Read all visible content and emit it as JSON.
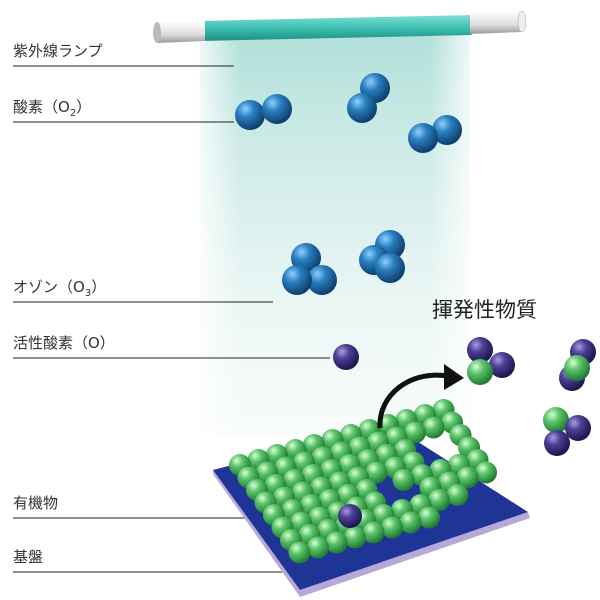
{
  "labels": {
    "uv_lamp": "紫外線ランプ",
    "oxygen": "酸素（O",
    "oxygen_sub": "2",
    "oxygen_end": "）",
    "ozone": "オゾン（O",
    "ozone_sub": "3",
    "ozone_end": "）",
    "active_oxygen": "活性酸素（O）",
    "organic": "有機物",
    "substrate": "基盤",
    "volatile": "揮発性物質"
  },
  "colors": {
    "lamp": "#3cbfb0",
    "beam": "#bfe5e0",
    "oxygen": "#2a7fc0",
    "active_oxygen": "#4b3f94",
    "organic": "#5cc46a",
    "substrate": "#1f3596",
    "substrate_edge": "#b7a8d8"
  }
}
